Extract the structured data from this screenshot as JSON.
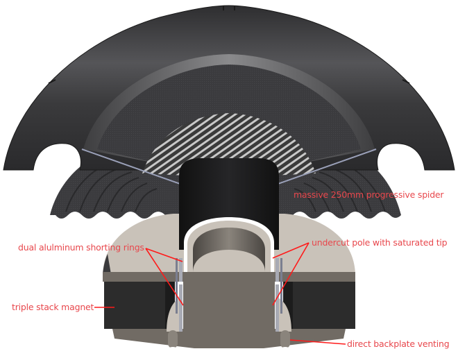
{
  "diagram": {
    "subject": "subwoofer cutaway",
    "colors": {
      "annotation": "#e8474c",
      "leader_line": "#ff1a1a",
      "surround": "#3c3c3e",
      "cone": "#3a3a3d",
      "dustcap_carbon": "#9a9a9a",
      "spider": "#2e2e31",
      "former": "#1c1c1e",
      "top_plate": "#c9c2b9",
      "pole": "#6e6963",
      "magnet": "#2c2c2c",
      "shorting_ring": "#a8aab4",
      "background": "#ffffff"
    },
    "labels": [
      {
        "id": "spider",
        "text": "massive 250mm progressive spider"
      },
      {
        "id": "shorting-rings",
        "text": "dual alulminum shorting rings"
      },
      {
        "id": "pole",
        "text": "undercut pole with saturated tip"
      },
      {
        "id": "magnet",
        "text": "triple stack magnet"
      },
      {
        "id": "venting",
        "text": "direct backplate venting"
      }
    ]
  }
}
